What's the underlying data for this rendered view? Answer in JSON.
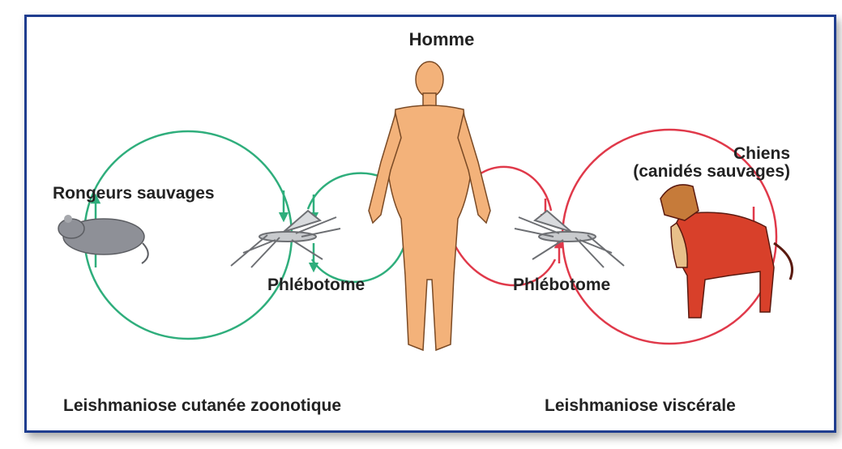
{
  "labels": {
    "human": "Homme",
    "rodents": "Rongeurs sauvages",
    "dogs_line1": "Chiens",
    "dogs_line2": "(canidés sauvages)",
    "sandfly_left": "Phlébotome",
    "sandfly_right": "Phlébotome",
    "cycle_left": "Leishmaniose cutanée zoonotique",
    "cycle_right": "Leishmaniose viscérale"
  },
  "colors": {
    "frame": "#1f3d8f",
    "cycle_cutaneous": "#2fae7c",
    "cycle_visceral": "#e0394a",
    "skin": "#f3b27a",
    "dog": "#d8402a",
    "rodent": "#8e9097"
  }
}
